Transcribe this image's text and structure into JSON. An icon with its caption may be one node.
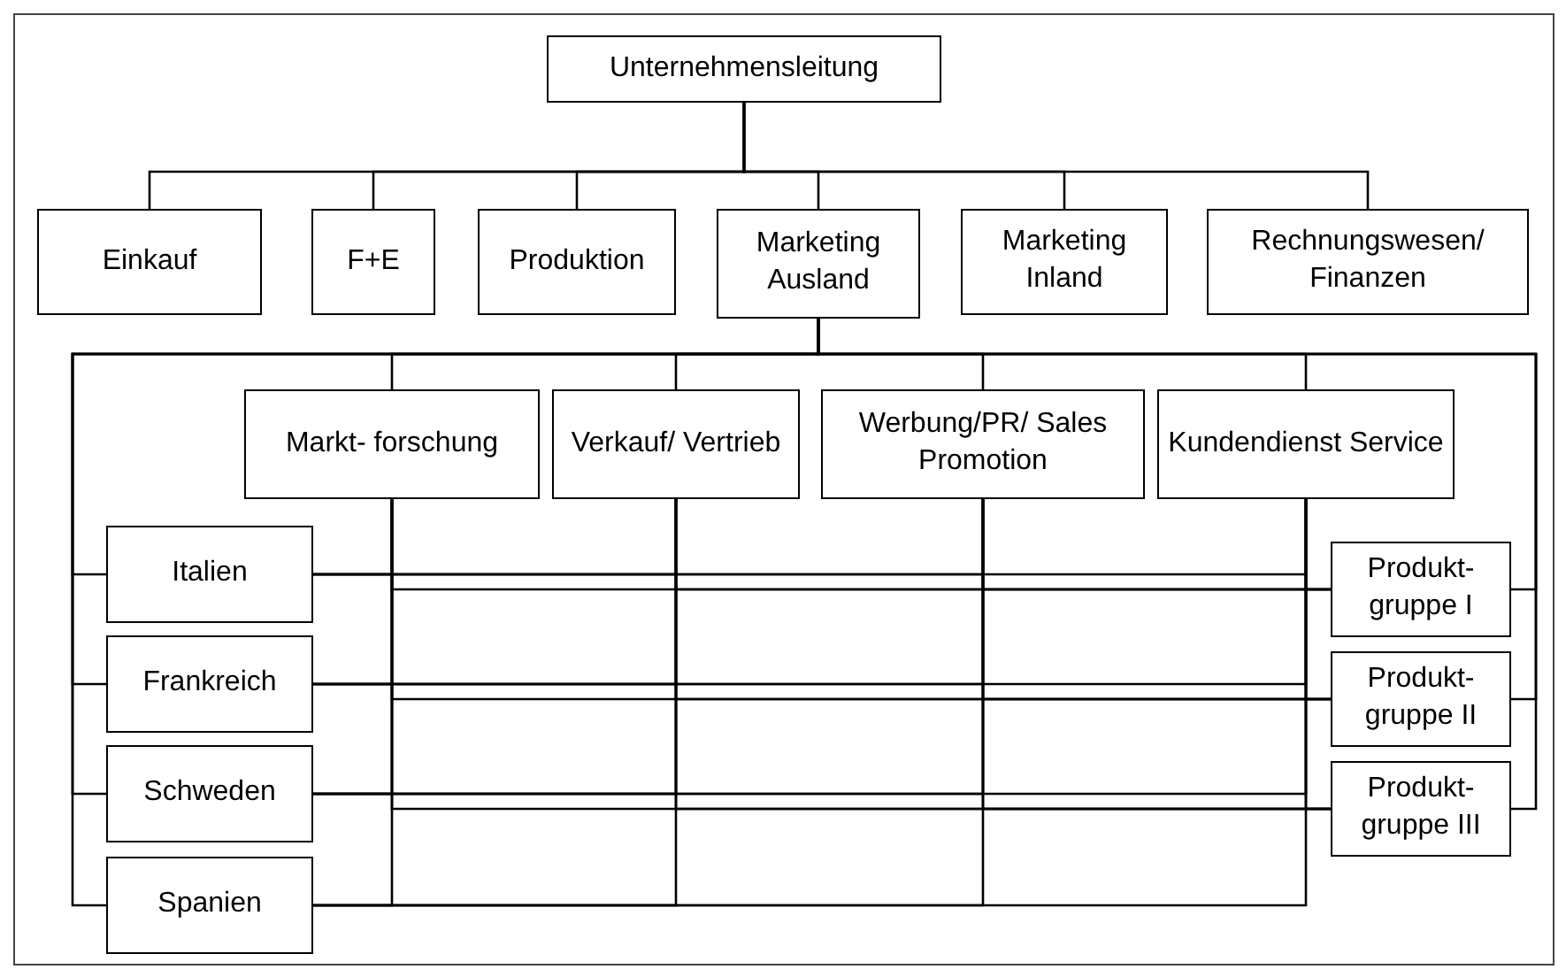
{
  "diagram": {
    "nodes": [
      {
        "text": [
          "Unternehmensleitung"
        ]
      },
      {
        "text": [
          "Einkauf"
        ]
      },
      {
        "text": [
          "F+E"
        ]
      },
      {
        "text": [
          "Produktion"
        ]
      },
      {
        "text": [
          "Marketing Ausland"
        ]
      },
      {
        "text": [
          "Marketing Inland"
        ]
      },
      {
        "text": [
          "Rechnungswesen/ Finanzen"
        ]
      },
      {
        "text": [
          "Markt- forschung"
        ]
      },
      {
        "text": [
          "Verkauf/ Vertrieb"
        ]
      },
      {
        "text": [
          "Werbung/PR/ Sales Promotion"
        ]
      },
      {
        "text": [
          "Kundendienst Service"
        ]
      },
      {
        "text": [
          "Italien"
        ]
      },
      {
        "text": [
          "Frankreich"
        ]
      },
      {
        "text": [
          "Schweden"
        ]
      },
      {
        "text": [
          "Spanien"
        ]
      },
      {
        "text": [
          "Produkt- gruppe I"
        ]
      },
      {
        "text": [
          "Produkt- gruppe II"
        ]
      },
      {
        "text": [
          "Produkt- gruppe III"
        ]
      }
    ],
    "edges": [
      {
        "from": 0,
        "to": 1,
        "arrow": "none"
      },
      {
        "from": 0,
        "to": 2,
        "arrow": "none"
      },
      {
        "from": 0,
        "to": 3,
        "arrow": "none"
      },
      {
        "from": 0,
        "to": 4,
        "arrow": "none"
      },
      {
        "from": 0,
        "to": 5,
        "arrow": "none"
      },
      {
        "from": 0,
        "to": 6,
        "arrow": "none"
      },
      {
        "from": 4,
        "to": 7,
        "arrow": "none"
      },
      {
        "from": 4,
        "to": 8,
        "arrow": "none"
      },
      {
        "from": 4,
        "to": 9,
        "arrow": "none"
      },
      {
        "from": 4,
        "to": 10,
        "arrow": "none"
      },
      {
        "from": 4,
        "to": 11,
        "arrow": "none"
      },
      {
        "from": 4,
        "to": 12,
        "arrow": "none"
      },
      {
        "from": 4,
        "to": 13,
        "arrow": "none"
      },
      {
        "from": 4,
        "to": 14,
        "arrow": "none"
      },
      {
        "from": 4,
        "to": 15,
        "arrow": "none"
      },
      {
        "from": 4,
        "to": 16,
        "arrow": "none"
      },
      {
        "from": 4,
        "to": 17,
        "arrow": "none"
      },
      {
        "from": 7,
        "to": 11,
        "arrow": "none"
      },
      {
        "from": 8,
        "to": 11,
        "arrow": "none"
      },
      {
        "from": 9,
        "to": 11,
        "arrow": "none"
      },
      {
        "from": 10,
        "to": 11,
        "arrow": "none"
      },
      {
        "from": 7,
        "to": 12,
        "arrow": "none"
      },
      {
        "from": 8,
        "to": 12,
        "arrow": "none"
      },
      {
        "from": 9,
        "to": 12,
        "arrow": "none"
      },
      {
        "from": 10,
        "to": 12,
        "arrow": "none"
      },
      {
        "from": 7,
        "to": 13,
        "arrow": "none"
      },
      {
        "from": 8,
        "to": 13,
        "arrow": "none"
      },
      {
        "from": 9,
        "to": 13,
        "arrow": "none"
      },
      {
        "from": 10,
        "to": 13,
        "arrow": "none"
      },
      {
        "from": 7,
        "to": 14,
        "arrow": "none"
      },
      {
        "from": 8,
        "to": 14,
        "arrow": "none"
      },
      {
        "from": 9,
        "to": 14,
        "arrow": "none"
      },
      {
        "from": 10,
        "to": 14,
        "arrow": "none"
      },
      {
        "from": 7,
        "to": 15,
        "arrow": "none"
      },
      {
        "from": 8,
        "to": 15,
        "arrow": "none"
      },
      {
        "from": 9,
        "to": 15,
        "arrow": "none"
      },
      {
        "from": 10,
        "to": 15,
        "arrow": "none"
      },
      {
        "from": 7,
        "to": 16,
        "arrow": "none"
      },
      {
        "from": 8,
        "to": 16,
        "arrow": "none"
      },
      {
        "from": 9,
        "to": 16,
        "arrow": "none"
      },
      {
        "from": 10,
        "to": 16,
        "arrow": "none"
      },
      {
        "from": 7,
        "to": 17,
        "arrow": "none"
      },
      {
        "from": 8,
        "to": 17,
        "arrow": "none"
      },
      {
        "from": 9,
        "to": 17,
        "arrow": "none"
      },
      {
        "from": 10,
        "to": 17,
        "arrow": "none"
      }
    ]
  }
}
